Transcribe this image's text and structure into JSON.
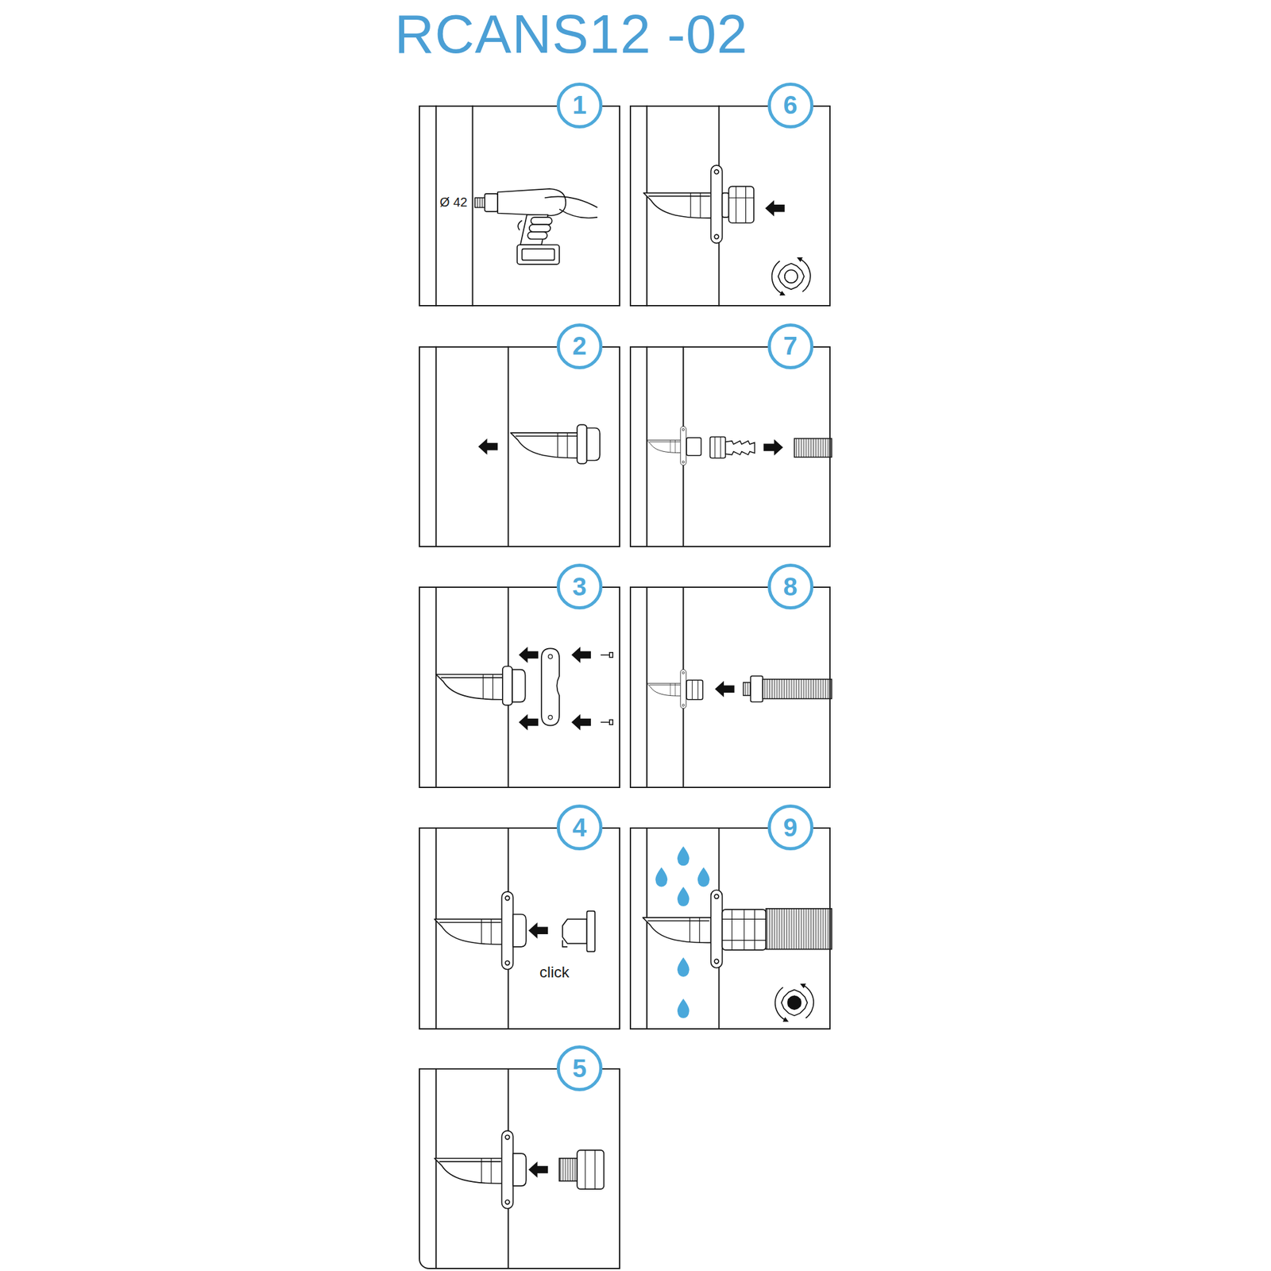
{
  "diagram": {
    "title": "RCANS12 -02",
    "nodes": [
      {
        "text": [
          "1",
          "Ø 42"
        ]
      },
      {
        "text": [
          "2"
        ]
      },
      {
        "text": [
          "3"
        ]
      },
      {
        "text": [
          "4",
          "click"
        ]
      },
      {
        "text": [
          "5"
        ]
      },
      {
        "text": [
          "6"
        ]
      },
      {
        "text": [
          "7"
        ]
      },
      {
        "text": [
          "8"
        ]
      },
      {
        "text": [
          "9"
        ]
      }
    ]
  }
}
